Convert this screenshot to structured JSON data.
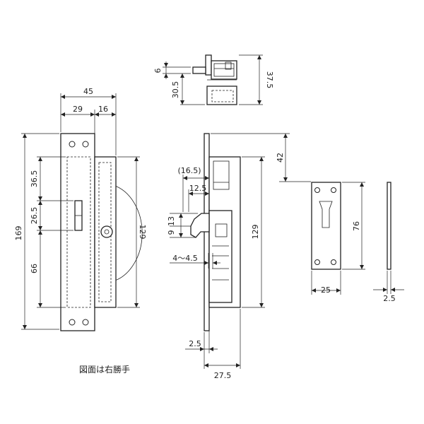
{
  "drawing": {
    "note": "図面は右勝手",
    "front_view": {
      "overall_width": "45",
      "plate_width": "29",
      "case_width": "16",
      "overall_height": "169",
      "upper_offset": "36.5",
      "slot_offset": "26.5",
      "lower_offset": "66",
      "case_height": "129"
    },
    "top_view": {
      "pin_height": "6",
      "body_height": "30.5",
      "total_height": "37.5"
    },
    "side_view": {
      "top_offset": "42",
      "hook_reach": "(16.5)",
      "hook_width": "12.5",
      "hook_vertical": "13",
      "hook_gap": "9",
      "hook_range": "4～4.5",
      "body_height": "129",
      "plate_thickness": "2.5",
      "depth": "27.5"
    },
    "strike_plate": {
      "width": "25",
      "height": "76",
      "thickness": "2.5"
    }
  }
}
